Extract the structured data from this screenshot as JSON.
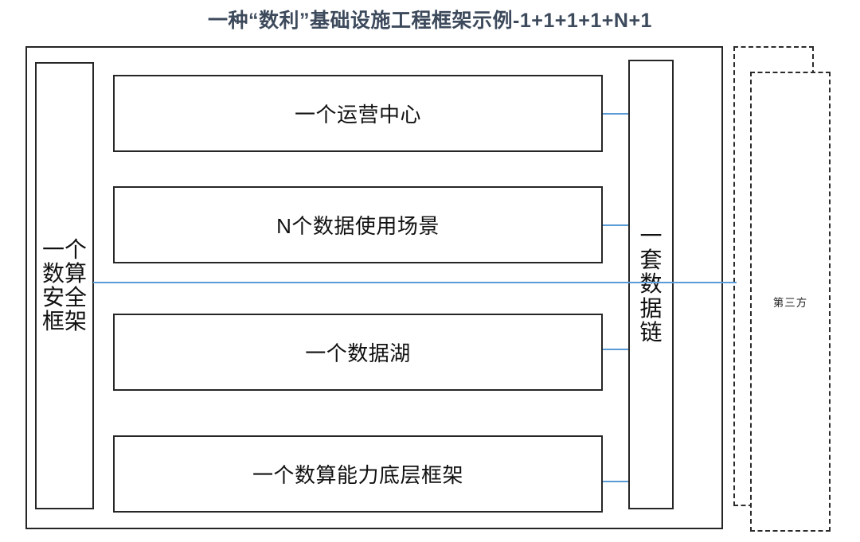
{
  "title": "一种“数利”基础设施工程框架示例-1+1+1+1+N+1",
  "colors": {
    "title": "#3d4a5c",
    "connector": "#5b9bd5",
    "box_border": "#262626",
    "dashed_border": "#2b2b2b",
    "background": "#ffffff"
  },
  "left_pillar": {
    "label": "一个\n数算\n安全\n框架",
    "label_flat": "一个数算安全框架"
  },
  "right_pillar": {
    "label": "一套\n数据\n链",
    "label_flat": "一套数据链"
  },
  "center_boxes": [
    {
      "label": "一个运营中心"
    },
    {
      "label": "N个数据使用场景"
    },
    {
      "label": "一个数据湖"
    },
    {
      "label": "一个数算能力底层框架"
    }
  ],
  "third_party": {
    "label": "第三方"
  }
}
